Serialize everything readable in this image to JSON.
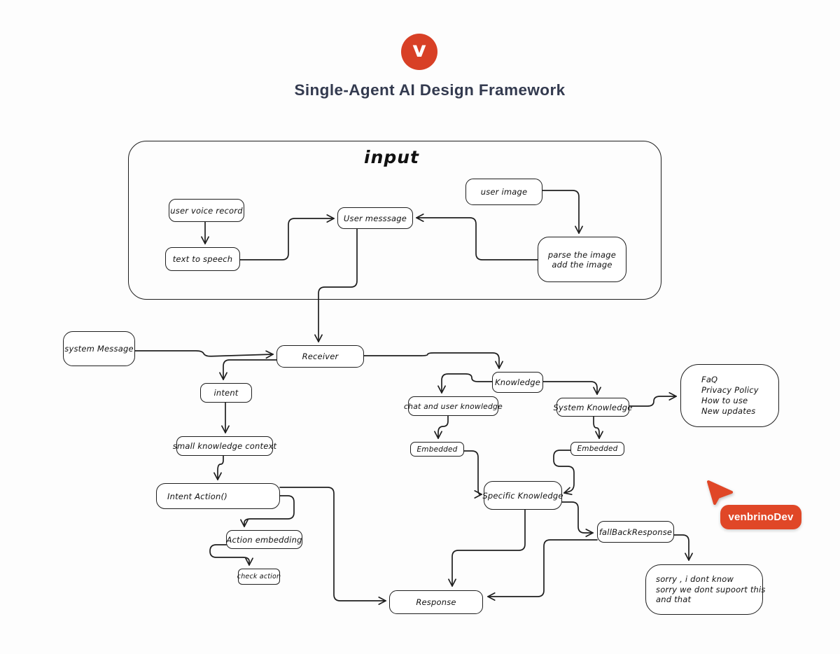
{
  "header": {
    "logo_letter": "v",
    "title": "Single-Agent AI Design Framework"
  },
  "canvas": {
    "input_group_label": "input",
    "nodes": {
      "user_voice_record": "user voice record",
      "text_to_speech": "text to speech",
      "user_message": "User messsage",
      "user_image": "user image",
      "parse_image_lines": [
        "parse the image",
        "add the image"
      ],
      "system_message": "system Message",
      "receiver": "Receiver",
      "intent": "intent",
      "small_knowledge_context": "small knowledge context",
      "intent_action": "Intent Action()",
      "action_embedding": "Action embedding",
      "check_action": "check action",
      "knowledge": "Knowledge",
      "chat_user_knowledge": "chat and user knowledge",
      "system_knowledge": "System Knowledge",
      "embedded_left": "Embedded",
      "embedded_right": "Embedded",
      "specific_knowledge": "Specific Knowledge",
      "fallback_response": "fallBackResponse",
      "response": "Response",
      "faq_lines": [
        "FaQ",
        "Privacy Policy",
        "How to use",
        "New updates"
      ],
      "sorry_lines": [
        "sorry , i dont know",
        "sorry we dont supoort this",
        "and that"
      ]
    }
  },
  "collaborator": {
    "name": "venbrinoDev"
  },
  "colors": {
    "accent": "#e04727",
    "logo_red": "#d84026",
    "stroke": "#1e1e1e",
    "title_text": "#333a4f",
    "background": "#fdfdfd"
  }
}
